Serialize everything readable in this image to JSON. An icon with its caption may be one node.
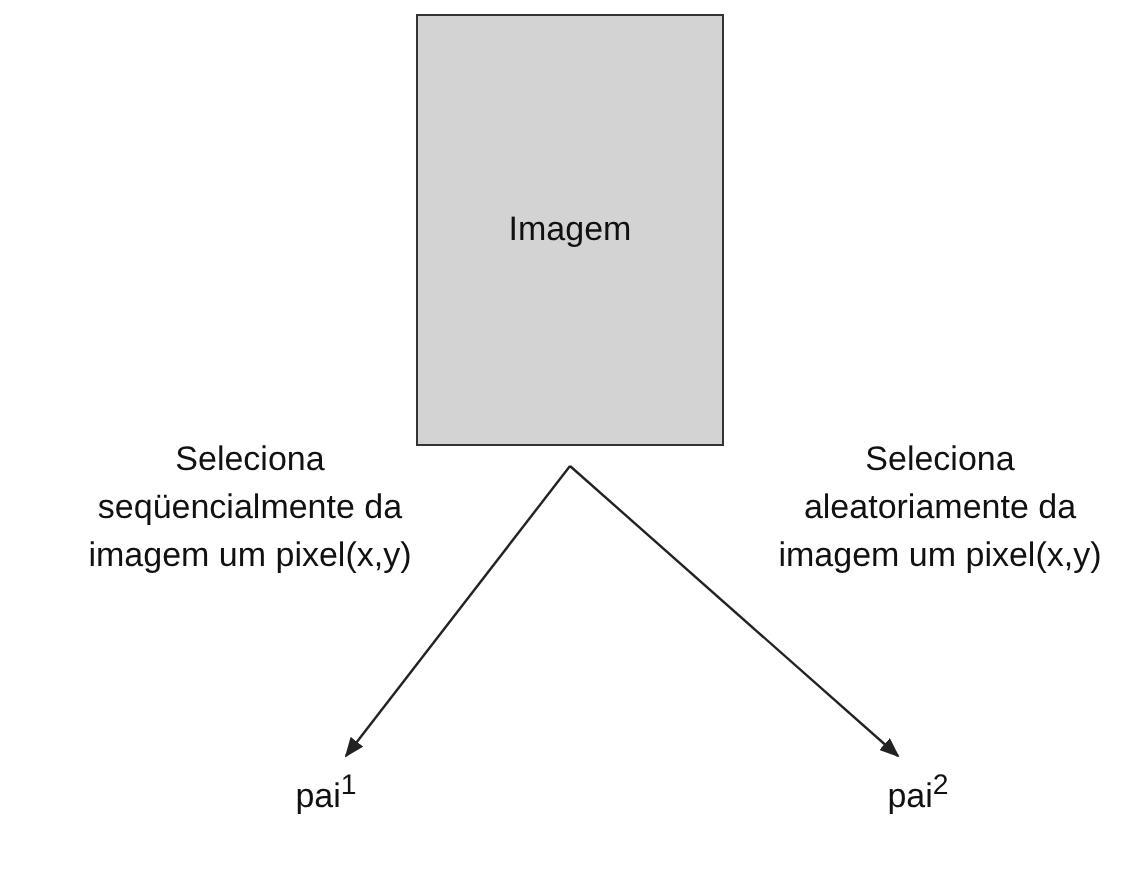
{
  "diagram": {
    "nodes": [
      {
        "text": [
          "Imagem"
        ]
      },
      {
        "text": [
          "pai$^{1}$"
        ]
      },
      {
        "text": [
          "pai$^{2}$"
        ]
      }
    ],
    "edges": [
      {
        "from": 0,
        "to": 1,
        "arrow": "to",
        "label": "Seleciona seqüencialmente da imagem um pixel(x,y)"
      },
      {
        "from": 0,
        "to": 2,
        "arrow": "to",
        "label": "Seleciona aleatoriamente da imagem um pixel(x,y)"
      }
    ]
  }
}
